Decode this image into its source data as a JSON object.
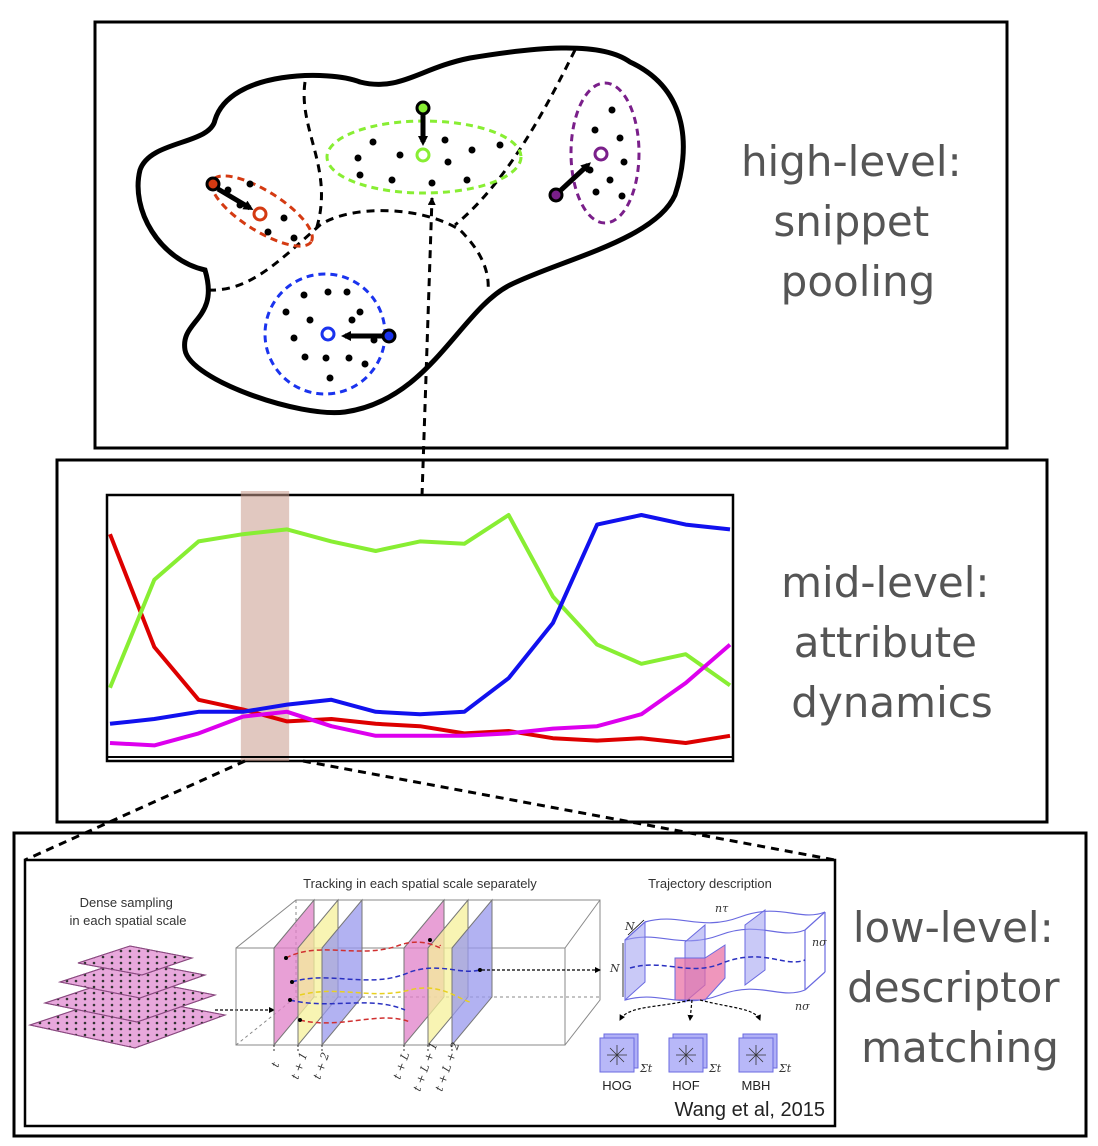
{
  "levels": {
    "high": {
      "line1": "high-level:",
      "line2": "snippet",
      "line3": "pooling"
    },
    "mid": {
      "line1": "mid-level:",
      "line2": "attribute",
      "line3": "dynamics"
    },
    "low": {
      "line1": "low-level:",
      "line2": "descriptor",
      "line3": "matching"
    }
  },
  "figure": {
    "dense_title_1": "Dense sampling",
    "dense_title_2": "in each spatial scale",
    "tracking_title": "Tracking in each spatial scale separately",
    "trajectory_title": "Trajectory description",
    "frame_labels": [
      "t",
      "t + 1",
      "t + 2",
      "t + L",
      "t + L + 1",
      "t + L + 2"
    ],
    "descriptors": [
      "HOG",
      "HOF",
      "MBH"
    ],
    "sum_symbol": "Σt",
    "n_label": "N",
    "n_tau": "nτ",
    "n_sigma": "nσ",
    "citation": "Wang et al, 2015"
  },
  "colors": {
    "red": "#dd0000",
    "green": "#88ee33",
    "blue": "#1111ee",
    "magenta": "#dd00ee",
    "purple": "#7a1f8a",
    "orange_red": "#d43a12",
    "highlight": "#c99a8c"
  },
  "chart_data": {
    "type": "line",
    "x": [
      0,
      1,
      2,
      3,
      4,
      5,
      6,
      7,
      8,
      9,
      10,
      11,
      12,
      13,
      14
    ],
    "series": [
      {
        "color": "red",
        "values": [
          0.92,
          0.45,
          0.23,
          0.19,
          0.14,
          0.15,
          0.13,
          0.12,
          0.09,
          0.1,
          0.07,
          0.06,
          0.07,
          0.05,
          0.08
        ]
      },
      {
        "color": "green",
        "values": [
          0.28,
          0.73,
          0.89,
          0.92,
          0.94,
          0.89,
          0.85,
          0.89,
          0.88,
          1.0,
          0.66,
          0.46,
          0.38,
          0.42,
          0.29
        ]
      },
      {
        "color": "blue",
        "values": [
          0.13,
          0.15,
          0.18,
          0.18,
          0.21,
          0.23,
          0.18,
          0.17,
          0.18,
          0.32,
          0.55,
          0.96,
          1.0,
          0.96,
          0.94
        ]
      },
      {
        "color": "magenta",
        "values": [
          0.05,
          0.04,
          0.09,
          0.16,
          0.18,
          0.12,
          0.08,
          0.08,
          0.08,
          0.09,
          0.11,
          0.12,
          0.17,
          0.3,
          0.46
        ]
      }
    ],
    "highlight_x": [
      3,
      4
    ],
    "ylim": [
      0,
      1
    ],
    "grid": false
  }
}
